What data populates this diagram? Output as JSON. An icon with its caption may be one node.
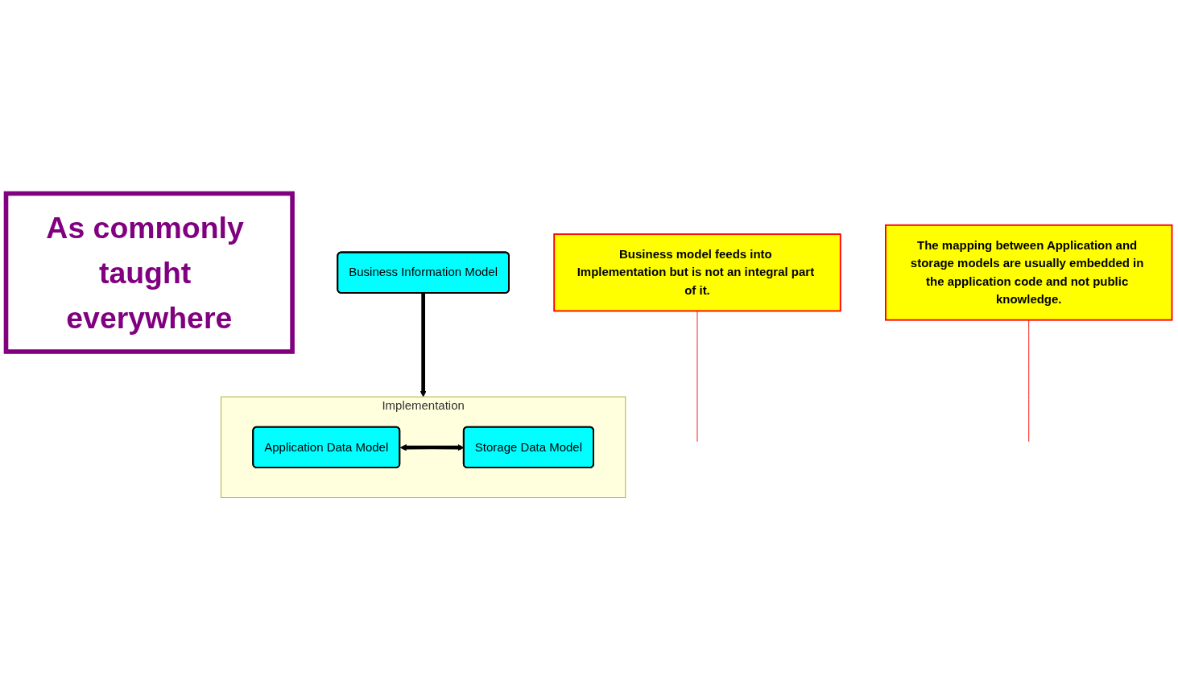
{
  "diagram": {
    "nodes": [
      {
        "text": [
          "As commonly taught everywhere"
        ]
      },
      {
        "text": [
          "Business Information Model"
        ]
      },
      {
        "text": [
          "Business model feeds into Implementation but is not an integral part of it."
        ]
      },
      {
        "text": [
          "Implementation"
        ]
      },
      {
        "text": [
          "Application Data Model"
        ],
        "in": 3
      },
      {
        "text": [
          "Storage Data Model"
        ],
        "in": 3
      },
      {
        "text": [
          "The mapping between Application and storage models are usually embedded in the application code and not public knowledge."
        ]
      }
    ],
    "edges": [
      {
        "from": 1,
        "to": 3,
        "arrow": "to",
        "style": "thick"
      },
      {
        "from": 4,
        "to": 5,
        "arrow": "both",
        "style": "thick"
      },
      {
        "from": 2,
        "to": null,
        "arrow": "none",
        "color": "#ff0000"
      },
      {
        "from": 6,
        "to": null,
        "arrow": "none",
        "color": "#ff0000"
      }
    ]
  }
}
